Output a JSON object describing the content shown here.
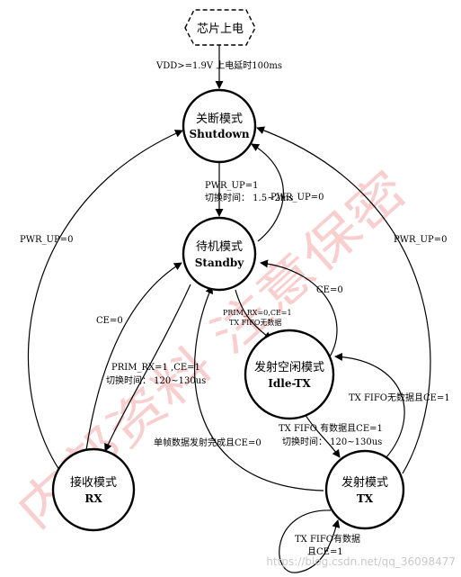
{
  "watermark": "内部资料 注意保密",
  "credit": "https://blog.csdn.net/qq_36098477",
  "nodes": {
    "power_on": {
      "label": "芯片上电"
    },
    "shutdown": {
      "label_cn": "关断模式",
      "label_en": "Shutdown"
    },
    "standby": {
      "label_cn": "待机模式",
      "label_en": "Standby"
    },
    "idle_tx": {
      "label_cn": "发射空闲模式",
      "label_en": "Idle-TX"
    },
    "rx": {
      "label_cn": "接收模式",
      "label_en": "RX"
    },
    "tx": {
      "label_cn": "发射模式",
      "label_en": "TX"
    }
  },
  "edges": {
    "poweron_shutdown": "VDD>=1.9V 上电延时100ms",
    "shutdown_standby_1": "PWR_UP=1",
    "shutdown_standby_2": "切换时间： 1.5~2ms",
    "standby_shutdown": "PWR_UP=0",
    "rx_shutdown": "PWR_UP=0",
    "tx_shutdown": "PWR_UP=0",
    "standby_idle_1": "PRIM_RX=0,CE=1",
    "standby_idle_2": "TX FIFO无数据",
    "idle_standby": "CE=0",
    "rx_standby": "CE=0",
    "standby_rx_1": "PRIM_RX=1 ,CE=1",
    "standby_rx_2": "切换时间： 120~130us",
    "tx_idle": "TX FIFO无数据且CE=1",
    "idle_tx_1": "TX FIFO 有数据且CE=1",
    "idle_tx_2": "切换时间： 120~130us",
    "tx_standby": "单帧数据发射完成且CE=0",
    "tx_self_1": "TX FIFO有数据",
    "tx_self_2": "且CE=1"
  }
}
